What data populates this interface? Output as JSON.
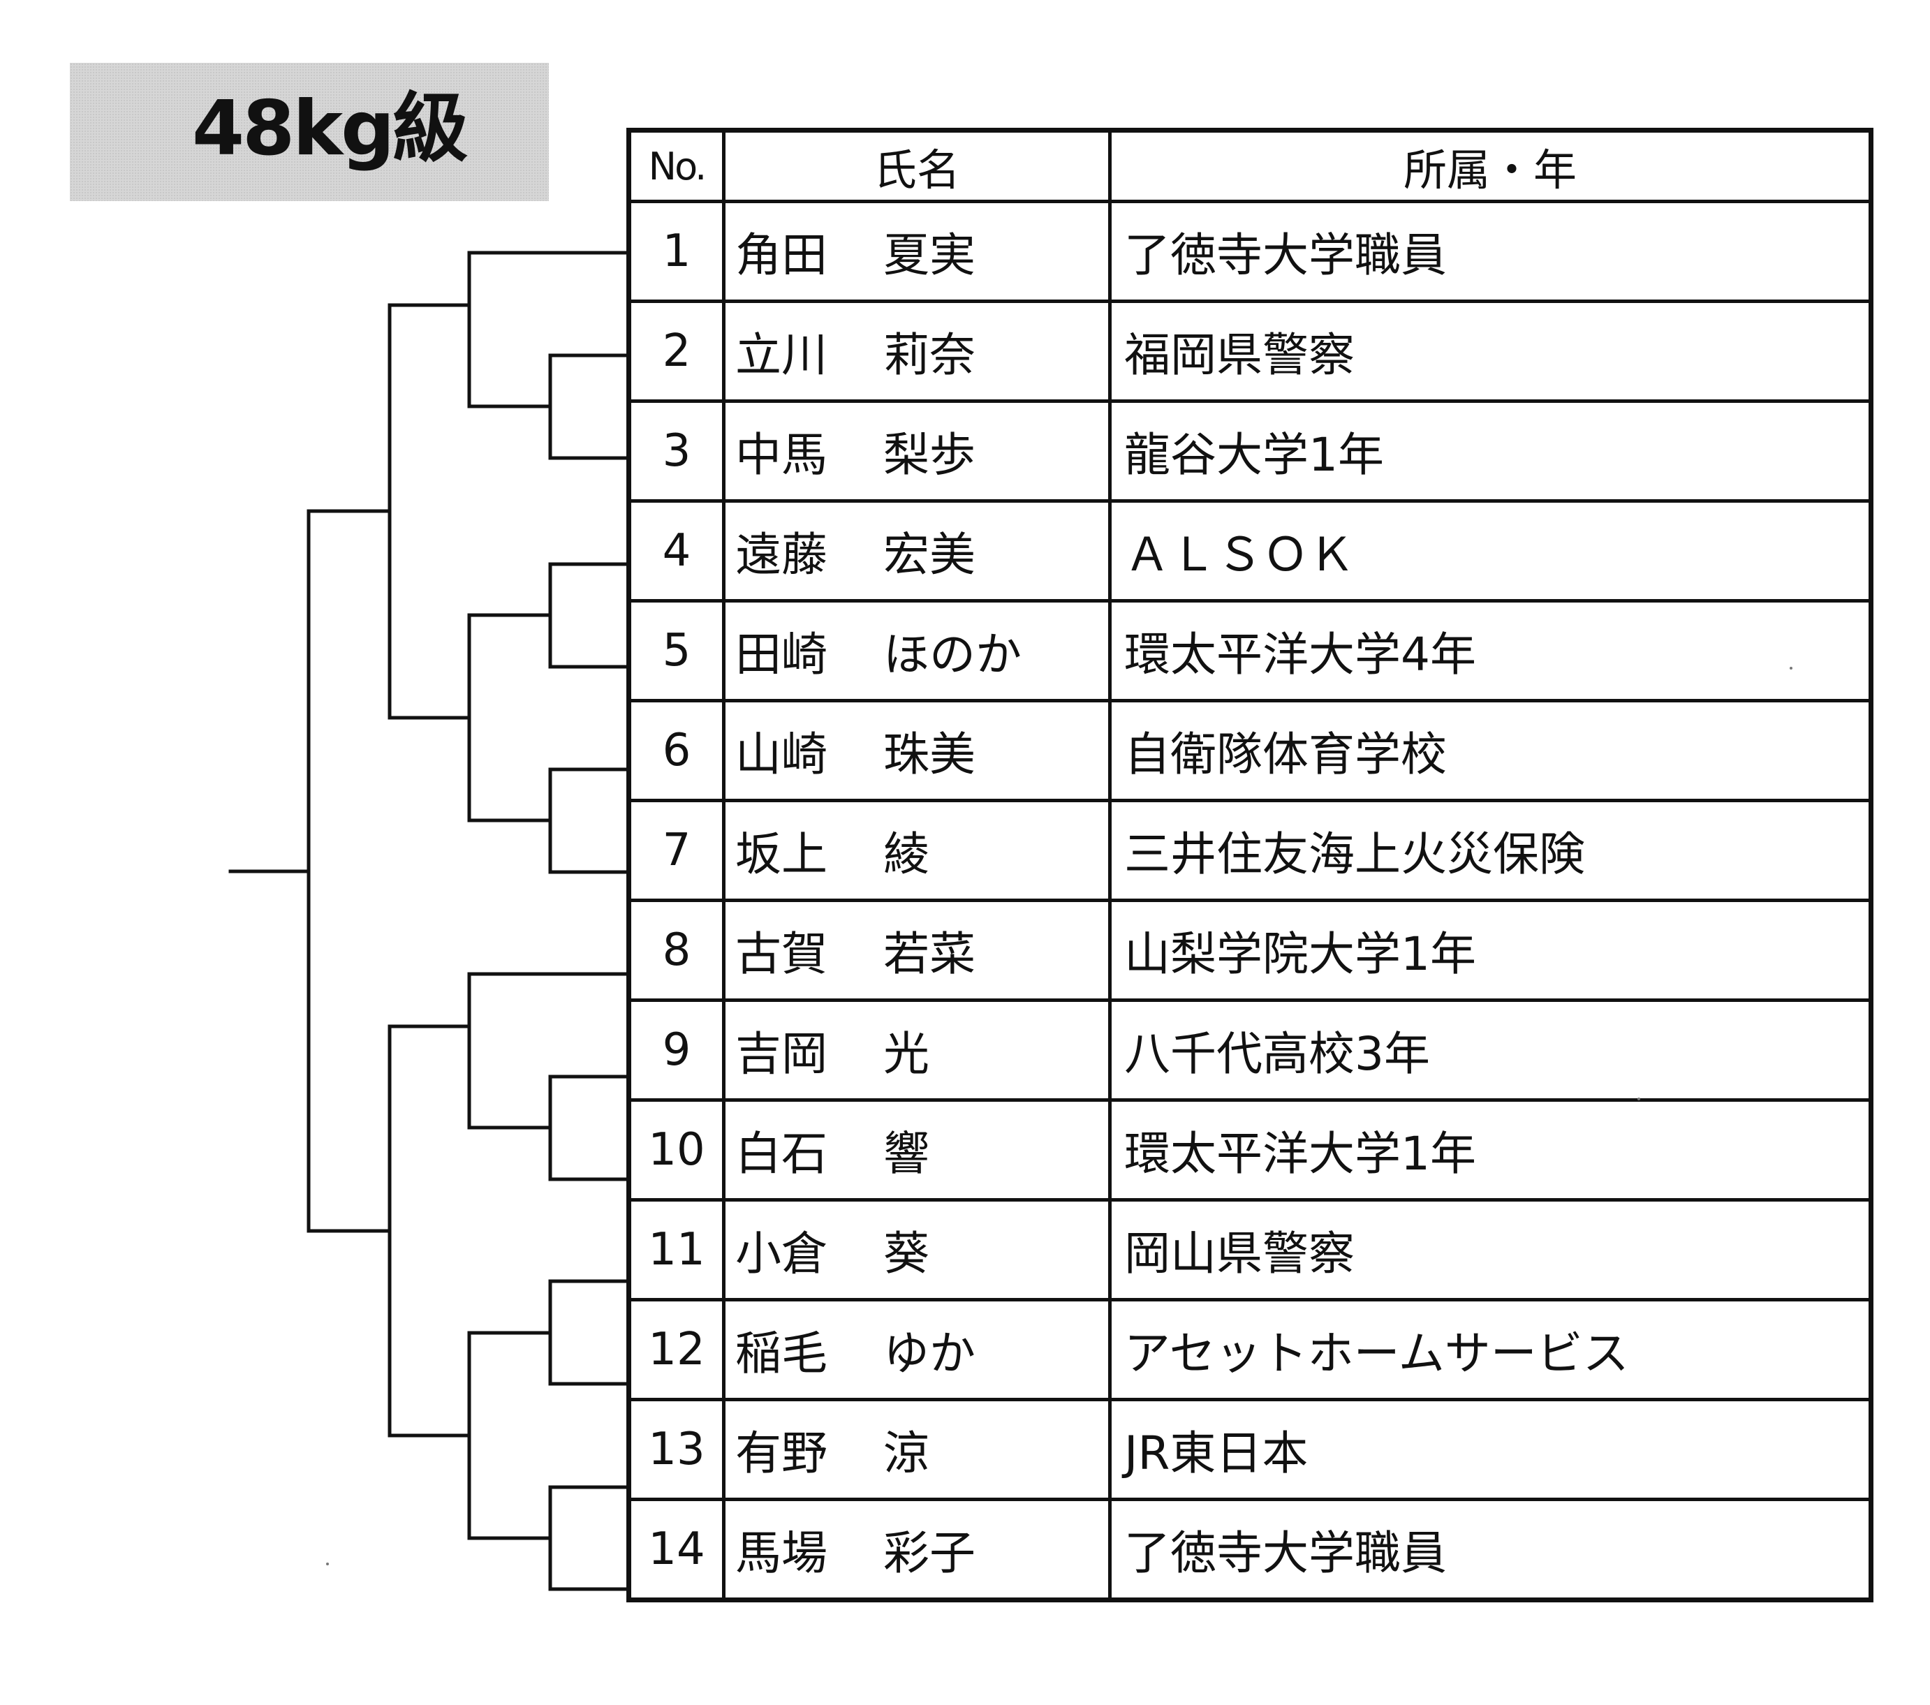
{
  "title": "48kg級",
  "table": {
    "headers": {
      "no": "No.",
      "name": "氏名",
      "affiliation": "所属・年"
    },
    "rows": [
      {
        "no": "1",
        "family": "角田",
        "given": "夏実",
        "affiliation": "了徳寺大学職員"
      },
      {
        "no": "2",
        "family": "立川",
        "given": "莉奈",
        "affiliation": "福岡県警察"
      },
      {
        "no": "3",
        "family": "中馬",
        "given": "梨歩",
        "affiliation": "龍谷大学1年"
      },
      {
        "no": "4",
        "family": "遠藤",
        "given": "宏美",
        "affiliation": "ＡＬＳＯＫ"
      },
      {
        "no": "5",
        "family": "田崎",
        "given": "ほのか",
        "affiliation": "環太平洋大学4年"
      },
      {
        "no": "6",
        "family": "山崎",
        "given": "珠美",
        "affiliation": "自衛隊体育学校"
      },
      {
        "no": "7",
        "family": "坂上",
        "given": "綾",
        "affiliation": "三井住友海上火災保険"
      },
      {
        "no": "8",
        "family": "古賀",
        "given": "若菜",
        "affiliation": "山梨学院大学1年"
      },
      {
        "no": "9",
        "family": "吉岡",
        "given": "光",
        "affiliation": "八千代高校3年"
      },
      {
        "no": "10",
        "family": "白石",
        "given": "響",
        "affiliation": "環太平洋大学1年"
      },
      {
        "no": "11",
        "family": "小倉",
        "given": "葵",
        "affiliation": "岡山県警察"
      },
      {
        "no": "12",
        "family": "稲毛",
        "given": "ゆか",
        "affiliation": "アセットホームサービス"
      },
      {
        "no": "13",
        "family": "有野",
        "given": "涼",
        "affiliation": "JR東日本"
      },
      {
        "no": "14",
        "family": "馬場",
        "given": "彩子",
        "affiliation": "了徳寺大学職員"
      }
    ]
  }
}
